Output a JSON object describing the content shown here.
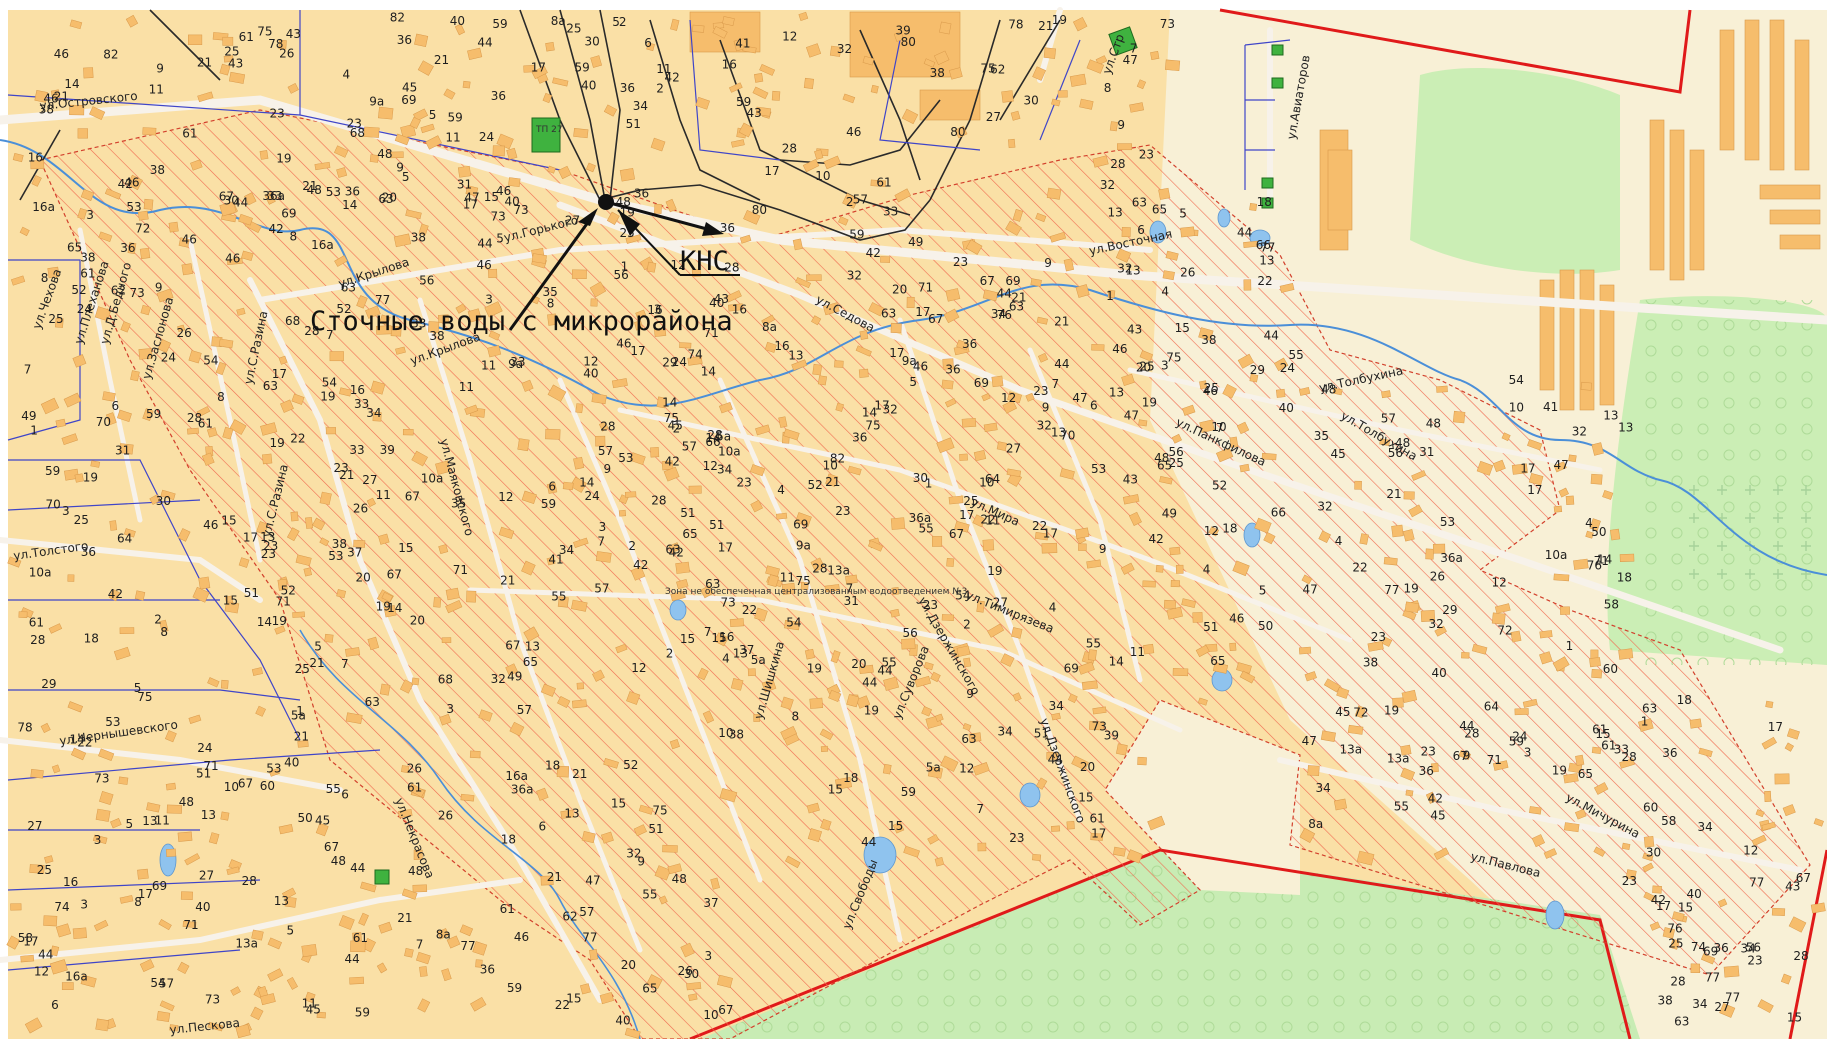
{
  "map": {
    "colors": {
      "residential": "#fae0a6",
      "building": "#f6bd6c",
      "zone_hatch": "#f06a50",
      "zone_border": "#d2402c",
      "road": "#f7f2ea",
      "river": "#4b8fd8",
      "sewer_network": "#2a2a2a",
      "water_network": "#3f45c8",
      "forest": "#c8ecb4",
      "open_field": "#f8f0d6",
      "district_border": "#e01a1a",
      "pond": "#8fc3ee",
      "substation": "#3fb23f"
    },
    "annotations": {
      "wastewater_label": "Сточные воды с микрорайона",
      "pump_station_label": "КНС",
      "zone_caption": "Зона не обеспеченная централизованным водоотведением №3",
      "substation_label": "ТП 27"
    },
    "streets": [
      {
        "id": "ul-ostrovskogo",
        "label": "ул.Островского"
      },
      {
        "id": "ul-gorkogo",
        "label": "ул.Горького"
      },
      {
        "id": "ul-krylova-1",
        "label": "ул.Крылова"
      },
      {
        "id": "ul-krylova-2",
        "label": "ул.Крылова"
      },
      {
        "id": "ul-vostochnaya",
        "label": "ул.Восточная"
      },
      {
        "id": "ul-sedova",
        "label": "ул.Седова"
      },
      {
        "id": "ul-chekhova",
        "label": "ул.Чехова"
      },
      {
        "id": "ul-plekhanova",
        "label": "ул.Плеханова"
      },
      {
        "id": "ul-d-bednogo",
        "label": "ул.Д.Бедного"
      },
      {
        "id": "ul-zaslonova",
        "label": "ул.Заслонова"
      },
      {
        "id": "ul-s-razina-1",
        "label": "ул.С.Разина"
      },
      {
        "id": "ul-s-razina-2",
        "label": "ул.С.Разина"
      },
      {
        "id": "ul-tolstogo",
        "label": "ул.Толстого"
      },
      {
        "id": "ul-chernyshevskogo",
        "label": "ул.Чернышевского"
      },
      {
        "id": "ul-nekrasova",
        "label": "ул.Некрасова"
      },
      {
        "id": "ul-peskova",
        "label": "ул.Пескова"
      },
      {
        "id": "ul-mayakovskogo",
        "label": "ул.Маяковского"
      },
      {
        "id": "ul-mira",
        "label": "ул.Мира"
      },
      {
        "id": "ul-timiryazeva",
        "label": "ул.Тимирязева"
      },
      {
        "id": "ul-dzerzhinskogo-1",
        "label": "ул.Дзержинского"
      },
      {
        "id": "ul-dzerzhinskogo-2",
        "label": "ул.Дзержинского"
      },
      {
        "id": "ul-shishkina",
        "label": "ул.Шишкина"
      },
      {
        "id": "ul-suvorova",
        "label": "ул.Суворова"
      },
      {
        "id": "ul-svobody",
        "label": "ул.Свободы"
      },
      {
        "id": "ul-pankfilova",
        "label": "ул.Панкфилова"
      },
      {
        "id": "ul-tolbukhina-1",
        "label": "ул.Толбухина"
      },
      {
        "id": "ul-tolbukhina-2",
        "label": "ул.Толбухина"
      },
      {
        "id": "ul-michurina",
        "label": "ул.Мичурина"
      },
      {
        "id": "ul-pavlova",
        "label": "ул.Павлова"
      },
      {
        "id": "ul-aviatorov",
        "label": "ул.Авиаторов"
      },
      {
        "id": "ul-str",
        "label": "ул.Стр"
      }
    ],
    "house_numbers": [
      "67",
      "59",
      "43",
      "44",
      "46",
      "61",
      "28",
      "63",
      "17",
      "21",
      "23",
      "48",
      "25",
      "27",
      "29",
      "31",
      "33",
      "34",
      "36",
      "38",
      "40",
      "42",
      "44",
      "46",
      "1",
      "2",
      "3",
      "4",
      "5",
      "6",
      "7",
      "8",
      "9",
      "10",
      "11",
      "12",
      "13",
      "14",
      "15",
      "16",
      "17",
      "18",
      "19",
      "20",
      "21",
      "22",
      "23",
      "24",
      "25",
      "26",
      "27",
      "28",
      "30",
      "32",
      "34",
      "36",
      "38",
      "40",
      "42",
      "45",
      "47",
      "49",
      "51",
      "53",
      "55",
      "57",
      "59",
      "61",
      "63",
      "65",
      "67",
      "69",
      "71",
      "73",
      "75",
      "77",
      "12",
      "14",
      "16",
      "18",
      "20",
      "22",
      "24",
      "26",
      "28",
      "32",
      "36",
      "44",
      "46",
      "48",
      "47",
      "51",
      "53",
      "55",
      "57",
      "59",
      "61",
      "63",
      "65",
      "67",
      "69",
      "71",
      "73",
      "75",
      "77",
      "2",
      "4",
      "6",
      "8",
      "10",
      "12",
      "14",
      "3",
      "5",
      "7",
      "9",
      "11",
      "13",
      "15",
      "17",
      "19",
      "13",
      "15",
      "17",
      "19",
      "21",
      "23",
      "5а",
      "13а",
      "9а",
      "16а",
      "10а",
      "36а",
      "8а",
      "25",
      "23",
      "21",
      "19",
      "17",
      "15",
      "13",
      "11",
      "9",
      "7",
      "5",
      "3",
      "1",
      "52",
      "54",
      "56",
      "58",
      "60",
      "62",
      "64",
      "66",
      "68",
      "70",
      "72",
      "74",
      "76",
      "78",
      "80",
      "82",
      "34",
      "36",
      "38",
      "40",
      "42",
      "44",
      "46",
      "48",
      "50",
      "52",
      "54",
      "56",
      "28",
      "30",
      "32",
      "33",
      "35",
      "37",
      "39",
      "41",
      "43",
      "45"
    ]
  }
}
